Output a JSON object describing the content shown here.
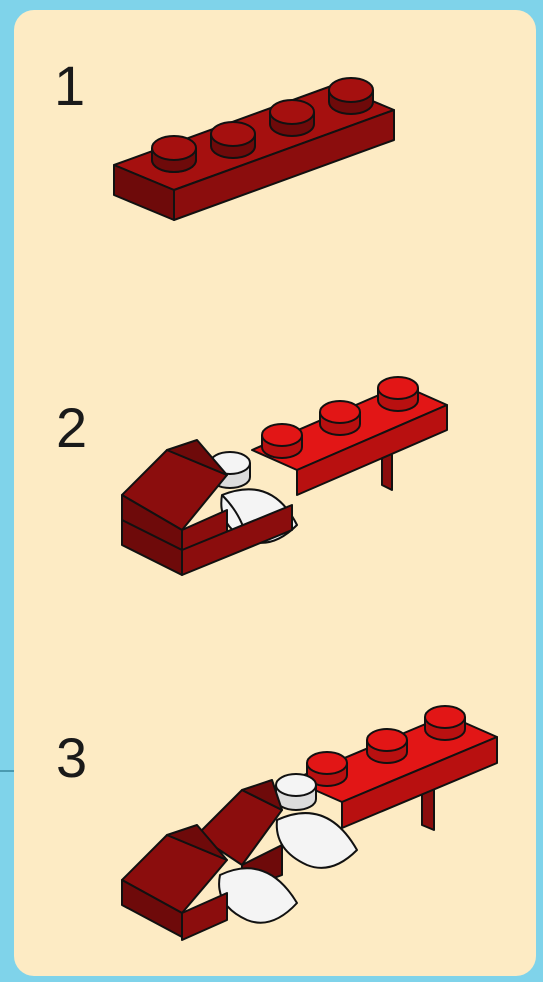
{
  "steps": [
    {
      "number": "1"
    },
    {
      "number": "2"
    },
    {
      "number": "3"
    }
  ],
  "colors": {
    "background": "#7fd3ea",
    "panel": "#fdebc4",
    "dark_red": "#8b0d0d",
    "red": "#e21616",
    "white": "#f4f4f4",
    "outline": "#111111"
  }
}
